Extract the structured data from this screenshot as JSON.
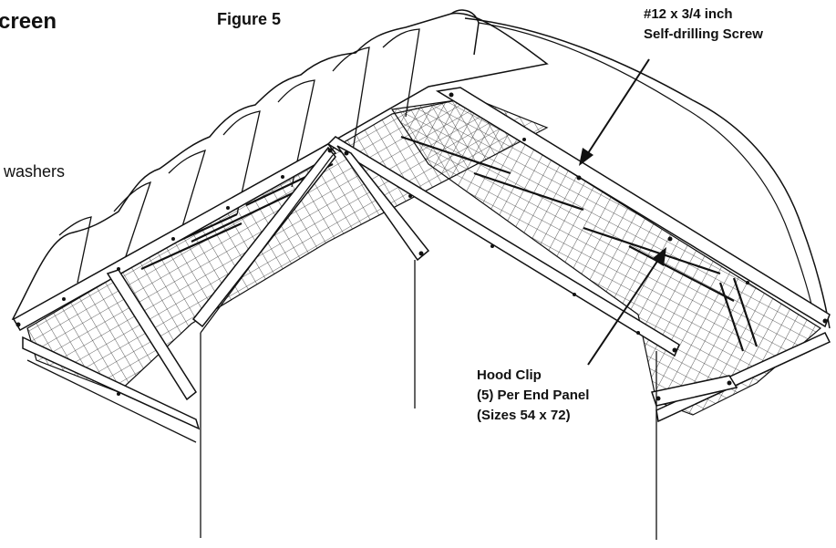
{
  "page": {
    "partial_heading": "creen",
    "partial_note": "washers"
  },
  "figure": {
    "title": "Figure 5"
  },
  "callouts": {
    "screw": {
      "line1": "#12 x 3/4 inch",
      "line2": "Self-drilling Screw"
    },
    "clip": {
      "line1": "Hood Clip",
      "line2": "(5) Per End Panel",
      "line3": "(Sizes 54 x 72)"
    }
  }
}
